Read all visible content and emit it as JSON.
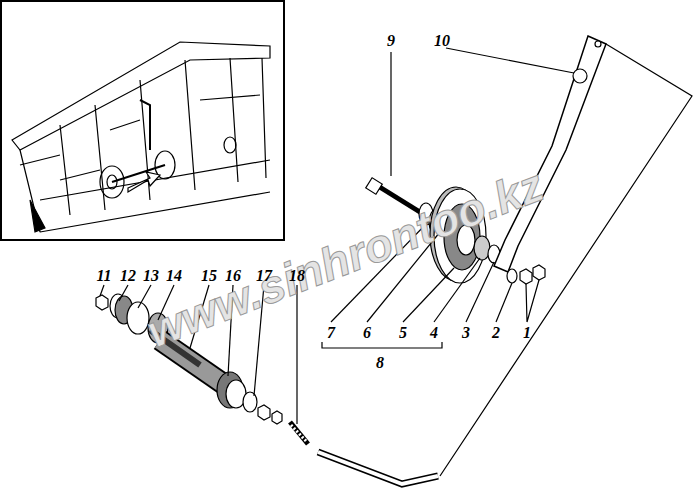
{
  "diagram": {
    "labels": [
      "9",
      "10",
      "11",
      "12",
      "13",
      "14",
      "15",
      "16",
      "17",
      "18",
      "7",
      "6",
      "5",
      "4",
      "3",
      "2",
      "1",
      "8",
      "www.sinhrontoo.kz"
    ]
  }
}
